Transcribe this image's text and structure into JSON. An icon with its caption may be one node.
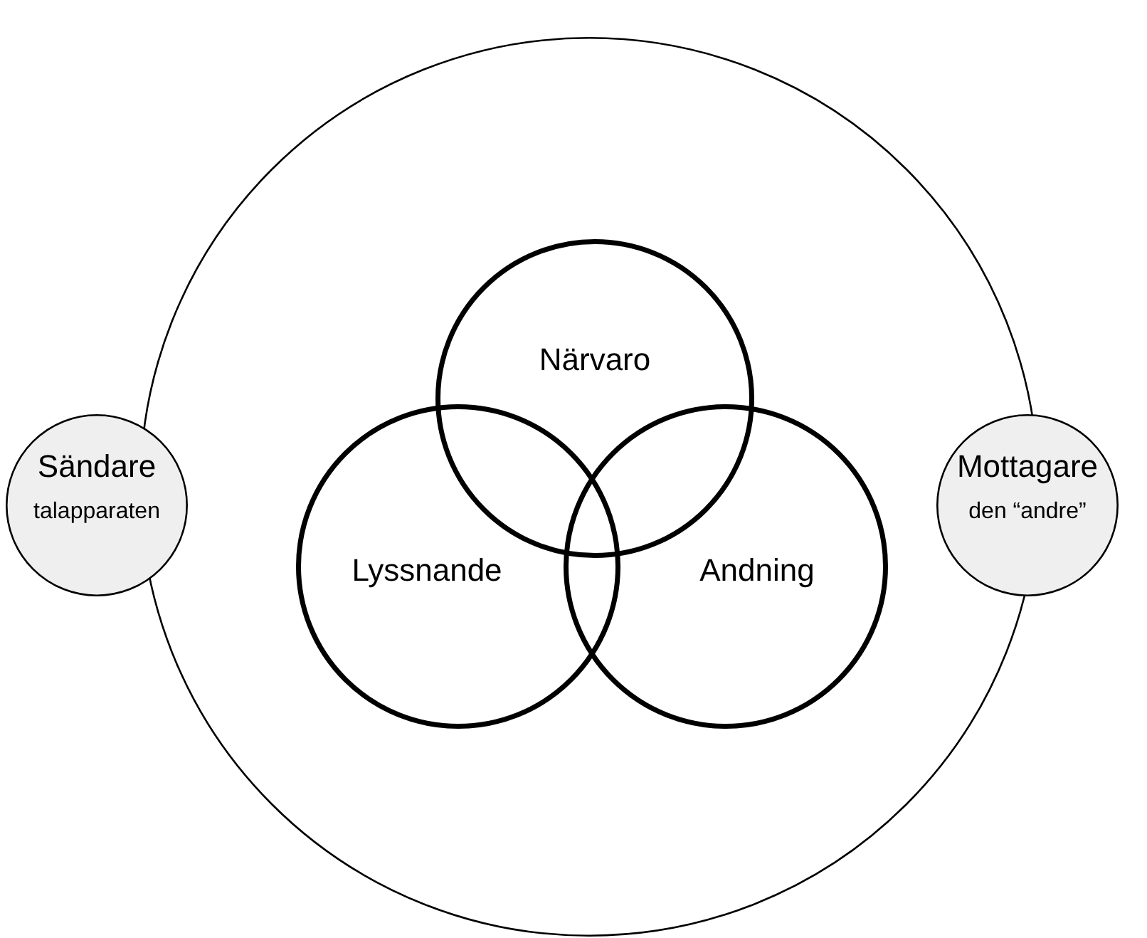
{
  "diagram": {
    "nodes": [
      {
        "text": [],
        "shape": "circle"
      },
      {
        "text": [
          "Sändare",
          "talapparaten"
        ]
      },
      {
        "text": [
          "Mottagare",
          "den “andre”"
        ]
      },
      {
        "text": [
          "Närvaro"
        ],
        "in": 0
      },
      {
        "text": [
          "Lyssnande"
        ],
        "in": 0
      },
      {
        "text": [
          "Andning"
        ],
        "in": 0
      }
    ]
  }
}
